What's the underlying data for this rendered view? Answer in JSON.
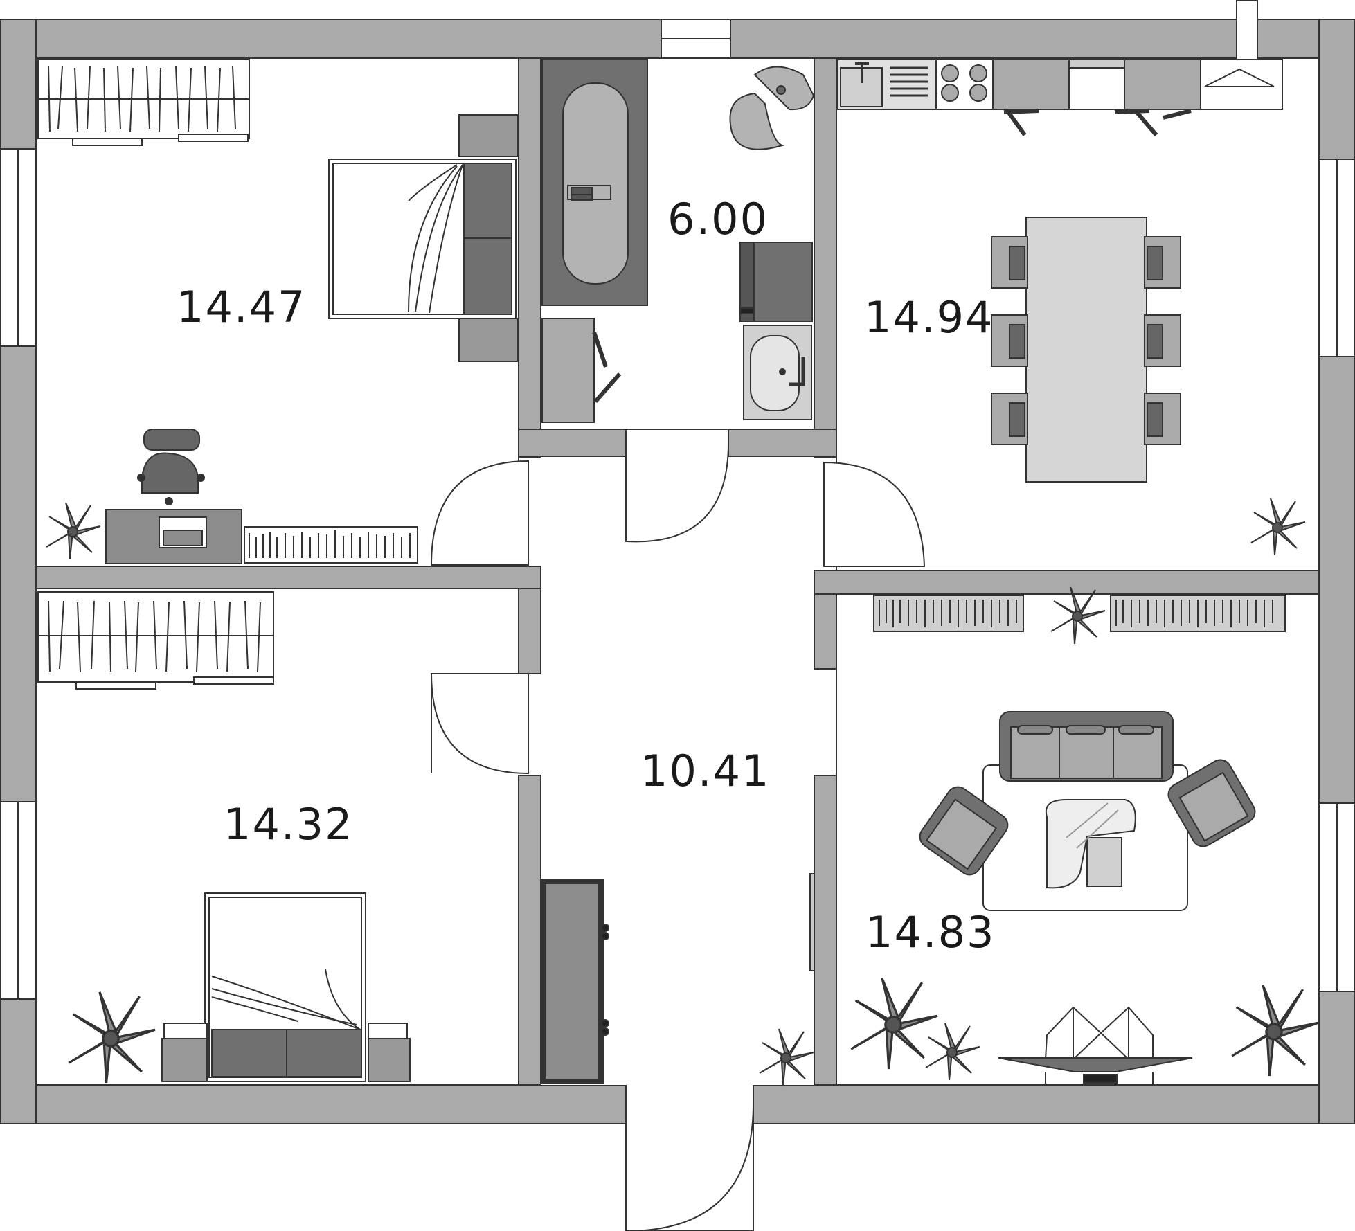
{
  "rooms": [
    {
      "id": "bedroom-top-left",
      "area": "14.47"
    },
    {
      "id": "bathroom",
      "area": "6.00"
    },
    {
      "id": "kitchen",
      "area": "14.94"
    },
    {
      "id": "bedroom-bottom-left",
      "area": "14.32"
    },
    {
      "id": "hallway",
      "area": "10.41"
    },
    {
      "id": "living-room",
      "area": "14.83"
    }
  ],
  "colors": {
    "wall": "#aaaaaa",
    "outline": "#333333",
    "furniture_dark": "#707070",
    "furniture_mid": "#8c8c8c",
    "furniture_light": "#b3b3b3",
    "floor": "#ffffff"
  },
  "icons": [
    "bed-icon",
    "wardrobe-icon",
    "desk-icon",
    "office-chair-icon",
    "bathtub-icon",
    "toilet-icon",
    "sink-icon",
    "washing-machine-icon",
    "stove-icon",
    "dining-table-icon",
    "sofa-icon",
    "armchair-icon",
    "coffee-table-icon",
    "bookshelf-icon",
    "plant-icon",
    "door-icon",
    "window-icon"
  ]
}
